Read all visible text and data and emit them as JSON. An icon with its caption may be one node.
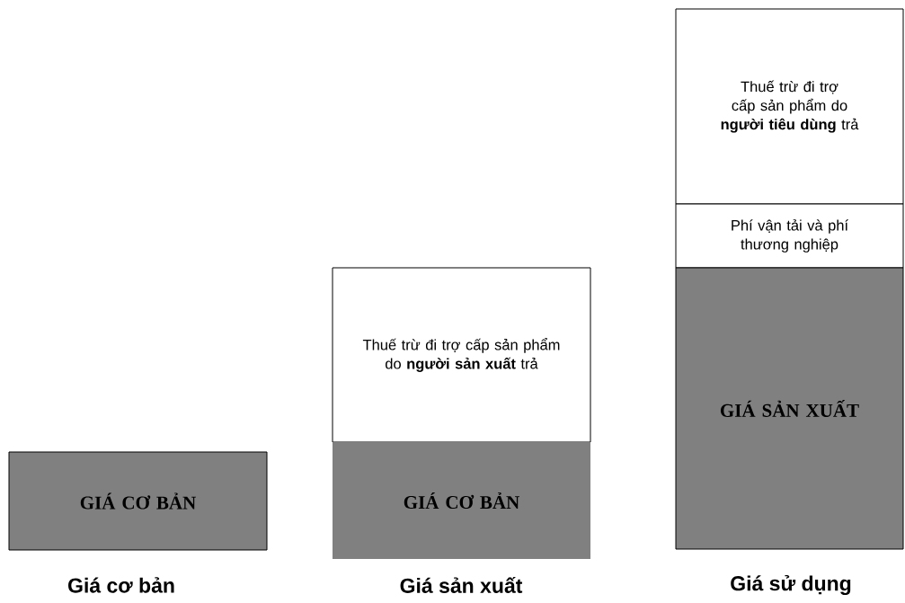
{
  "diagram": {
    "nodes": [
      {
        "text": [
          "GIÁ CƠ BẢN"
        ]
      },
      {
        "text": [
          "Thuế trừ đi trợ cấp sản phẩm do **người sản xuất** trả"
        ]
      },
      {
        "text": [
          "GIÁ CƠ BẢN"
        ]
      },
      {
        "text": [
          "Thuế trừ đi trợ cấp sản phẩm do **người tiêu dùng** trả"
        ]
      },
      {
        "text": [
          "Phí vận tải và phí thương nghiệp"
        ]
      },
      {
        "text": [
          "GIÁ SẢN XUẤT"
        ]
      }
    ],
    "labels": [
      "Giá cơ bản",
      "Giá sản xuất",
      "Giá sử dụng"
    ]
  }
}
